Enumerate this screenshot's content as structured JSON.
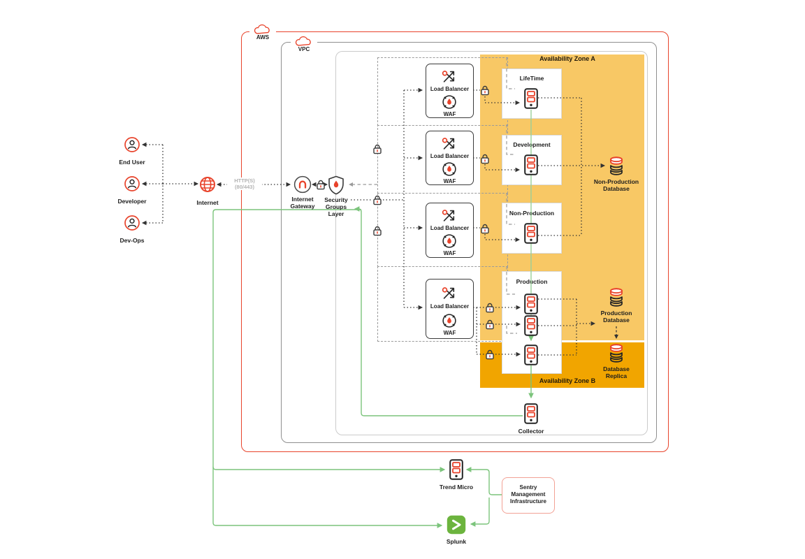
{
  "colors": {
    "accent_red": "#E8432B",
    "zone_a_fill": "#F8C865",
    "zone_b_fill": "#F1A500",
    "green_line": "#7CC47C",
    "splunk_green": "#6CB43E",
    "sentry_border": "#F2A195"
  },
  "actors": [
    {
      "label": "End User"
    },
    {
      "label": "Developer"
    },
    {
      "label": "Dev-Ops"
    }
  ],
  "internet": {
    "label": "Internet"
  },
  "http_link": {
    "protocol": "HTTP(S)",
    "ports": "(80/443)"
  },
  "internet_gateway": {
    "line1": "Internet",
    "line2": "Gateway"
  },
  "security_groups": {
    "line1": "Security",
    "line2": "Groups",
    "line3": "Layer"
  },
  "aws_cloud": {
    "label": "AWS"
  },
  "vpc": {
    "label": "VPC"
  },
  "availability_zones": {
    "zone_a": "Availability Zone A",
    "zone_b": "Availability Zone B"
  },
  "load_balancers": [
    {
      "label": "Load Balancer",
      "waf_label": "WAF"
    },
    {
      "label": "Load Balancer",
      "waf_label": "WAF"
    },
    {
      "label": "Load Balancer",
      "waf_label": "WAF"
    },
    {
      "label": "Load Balancer",
      "waf_label": "WAF"
    }
  ],
  "app_servers": [
    {
      "title": "LifeTime"
    },
    {
      "title": "Development"
    },
    {
      "title": "Non-Production"
    },
    {
      "title": "Production"
    }
  ],
  "databases": {
    "non_production": {
      "line1": "Non-Production",
      "line2": "Database"
    },
    "production": {
      "line1": "Production",
      "line2": "Database"
    },
    "replica": {
      "line1": "Database",
      "line2": "Replica"
    }
  },
  "collector": {
    "label": "Collector"
  },
  "monitoring": {
    "trend_micro": {
      "label": "Trend Micro"
    },
    "splunk": {
      "label": "Splunk"
    }
  },
  "sentry": {
    "line1": "Sentry",
    "line2": "Management",
    "line3": "Infrastructure"
  }
}
